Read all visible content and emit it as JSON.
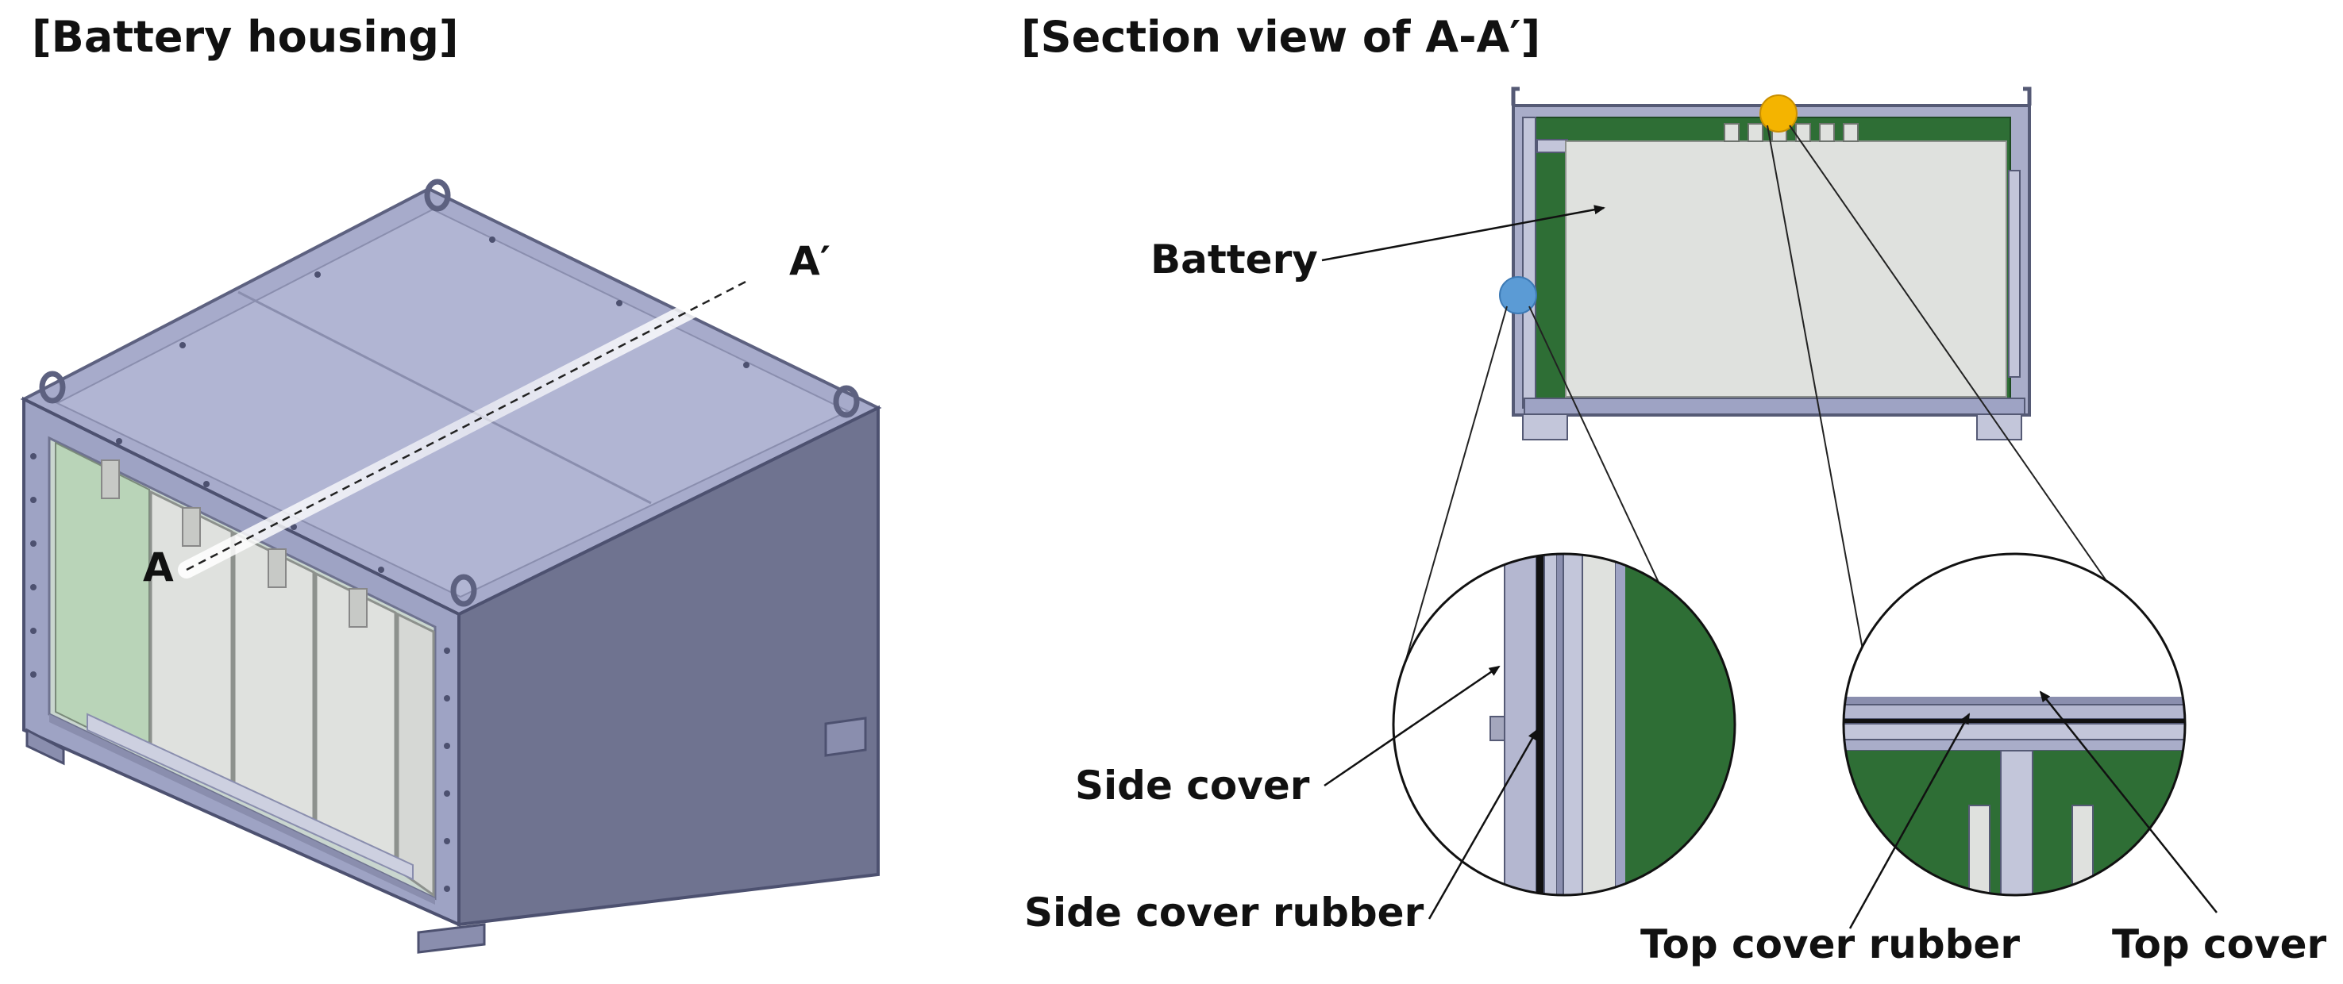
{
  "figure": {
    "left_heading": "[Battery housing]",
    "right_heading": "[Section view of A-A′]"
  },
  "section_marks": {
    "start": "A",
    "end": "A′"
  },
  "callouts": {
    "battery": "Battery",
    "side_cover": "Side cover",
    "side_cover_rubber": "Side cover rubber",
    "top_cover_rubber": "Top cover rubber",
    "top_cover": "Top cover"
  },
  "colors": {
    "housing_frame": "#9ea3c4",
    "housing_top": "#a7abcb",
    "housing_side": "#6f7390",
    "battery_panel": "#dfe1de",
    "glass_panel": "#b9d4b8",
    "rubber_green": "#2e6e35",
    "marker_blue": "#5b9bd5",
    "marker_yellow": "#f4b400"
  }
}
